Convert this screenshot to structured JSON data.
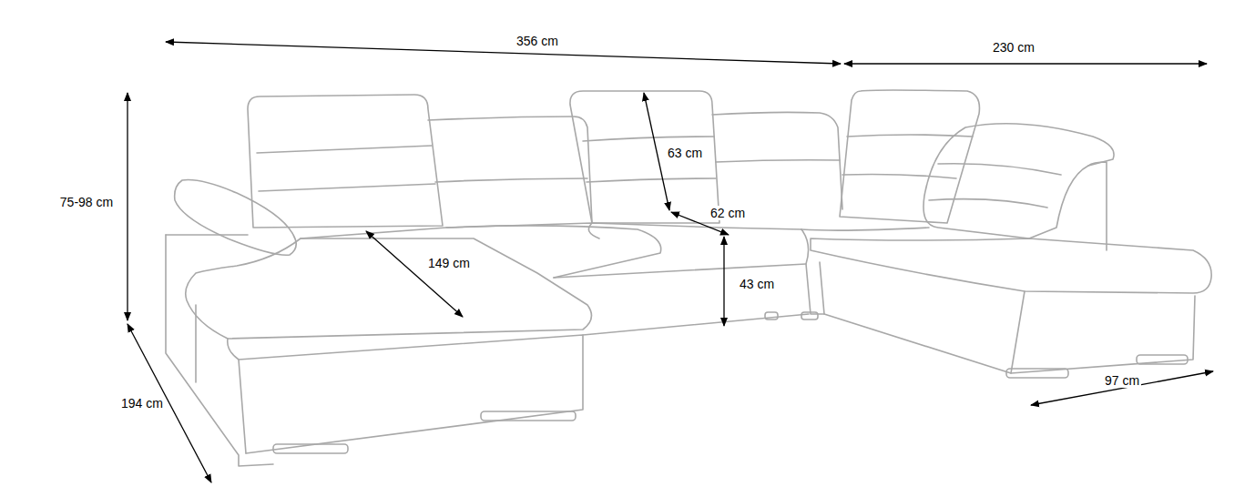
{
  "diagram": {
    "labels": [
      "356 cm",
      "230 cm",
      "75-98 cm",
      "63 cm",
      "62 cm",
      "149 cm",
      "43 cm",
      "194 cm",
      "97 cm"
    ]
  }
}
